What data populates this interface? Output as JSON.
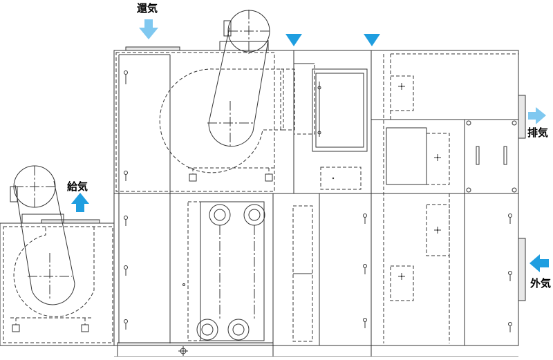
{
  "labels": {
    "return_air": "還気",
    "supply_air": "給気",
    "exhaust_air": "排気",
    "outside_air": "外気"
  },
  "colors": {
    "light_arrow": "#7fc8f0",
    "dark_arrow": "#1f9ee0",
    "line": "#333333"
  },
  "icons": {
    "return_air_arrow": "arrow-down-icon",
    "supply_air_arrow": "arrow-up-icon",
    "exhaust_air_arrow": "arrow-right-icon",
    "outside_air_arrow": "arrow-left-icon",
    "damper_markers": "triangle-down-icon"
  }
}
